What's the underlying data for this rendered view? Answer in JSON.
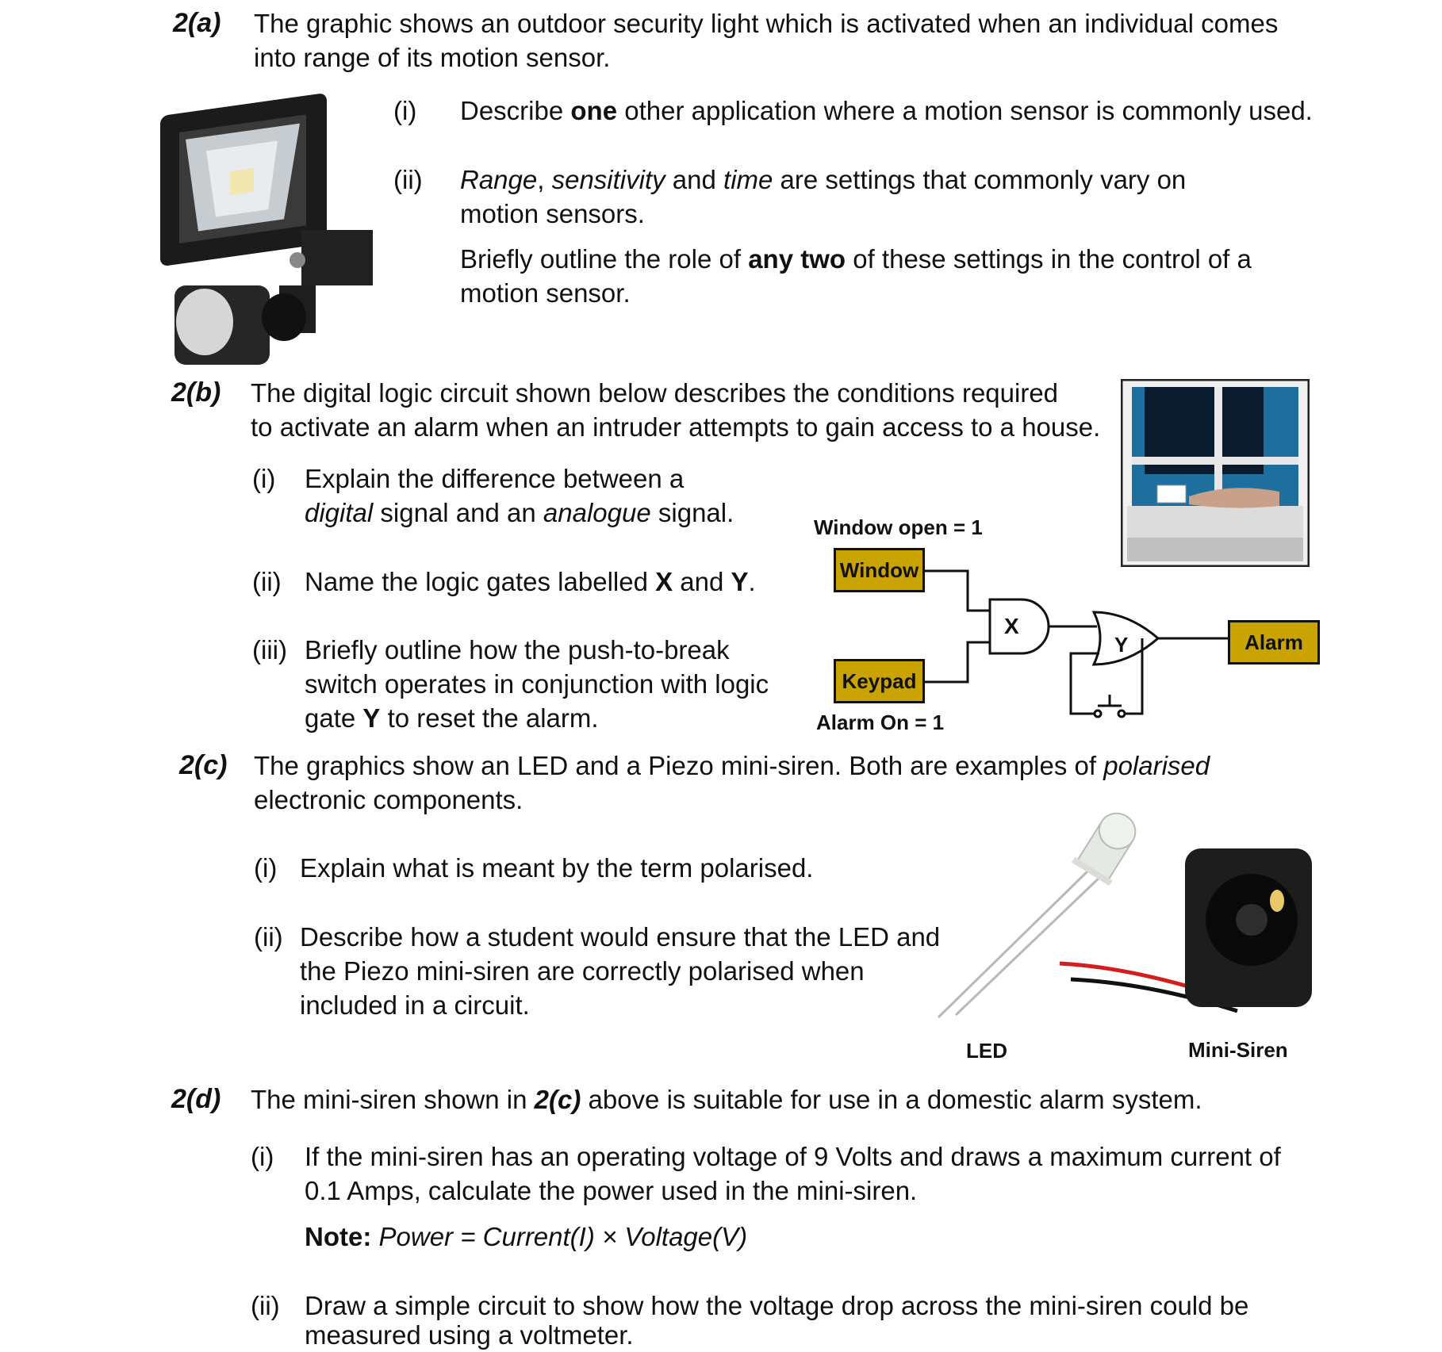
{
  "q2a": {
    "number": "2(a)",
    "intro_line1": "The graphic shows an outdoor security light which is activated when an individual comes",
    "intro_line2": "into range of its motion sensor.",
    "i": {
      "num": "(i)",
      "t1": "Describe ",
      "b1": "one",
      "t2": " other application where a motion sensor is commonly used."
    },
    "ii": {
      "num": "(ii)",
      "l1_i1": "Range",
      "l1_t1": ", ",
      "l1_i2": "sensitivity",
      "l1_t2": " and ",
      "l1_i3": "time",
      "l1_t3": " are settings that commonly vary on",
      "l2": "motion sensors.",
      "l3_t1": "Briefly outline the role of ",
      "l3_b1": "any two",
      "l3_t2": " of these settings in the control of a",
      "l4": "motion sensor."
    }
  },
  "q2b": {
    "number": "2(b)",
    "intro_line1": "The digital logic circuit shown below describes the conditions required",
    "intro_line2": "to activate an alarm when an intruder attempts to gain access to a house.",
    "i": {
      "num": "(i)",
      "l1": "Explain the difference between a",
      "l2_i1": "digital",
      "l2_t1": " signal and an ",
      "l2_i2": "analogue",
      "l2_t2": " signal."
    },
    "ii": {
      "num": "(ii)",
      "t1": "Name the logic gates labelled ",
      "b1": "X",
      "t2": " and ",
      "b2": "Y",
      "t3": "."
    },
    "iii": {
      "num": "(iii)",
      "l1": "Briefly outline how the push-to-break",
      "l2": "switch operates in conjunction with logic",
      "l3_t1": "gate ",
      "l3_b1": "Y",
      "l3_t2": " to reset the alarm."
    },
    "circuit": {
      "window_note": "Window open = 1",
      "window_box": "Window",
      "keypad_box": "Keypad",
      "keypad_note": "Alarm On = 1",
      "gate_x": "X",
      "gate_y": "Y",
      "alarm_box": "Alarm",
      "box_color": "#c9a300"
    }
  },
  "q2c": {
    "number": "2(c)",
    "intro_line1_t": "The graphics show an LED and a Piezo mini-siren.  Both are examples of ",
    "intro_line1_i": "polarised",
    "intro_line2": "electronic components.",
    "i": {
      "num": "(i)",
      "t": "Explain what is meant by the term polarised."
    },
    "ii": {
      "num": "(ii)",
      "l1": "Describe how a student would ensure that the LED and",
      "l2": "the Piezo mini-siren are correctly polarised when",
      "l3": "included in a circuit."
    },
    "led_label": "LED",
    "siren_label": "Mini-Siren"
  },
  "q2d": {
    "number": "2(d)",
    "intro_t1": "The mini-siren shown in ",
    "intro_b1": "2(c)",
    "intro_t2": " above is suitable for use in a domestic alarm system.",
    "i": {
      "num": "(i)",
      "l1": "If the mini-siren has an operating voltage of 9 Volts and draws a maximum current of",
      "l2": "0.1 Amps, calculate the power used in the mini-siren.",
      "note_b": "Note:",
      "note_i": " Power = Current(I) × Voltage(V)"
    },
    "ii": {
      "num": "(ii)",
      "l1": "Draw a simple circuit to show how the voltage drop across the mini-siren could be",
      "l2": "measured using a voltmeter."
    }
  }
}
